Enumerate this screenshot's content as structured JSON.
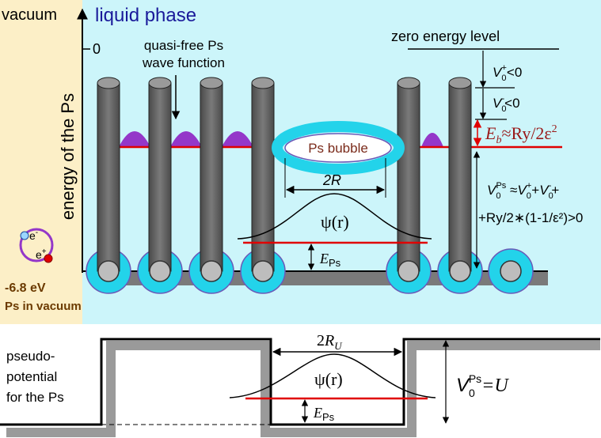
{
  "labels": {
    "vacuum": "vacuum",
    "liquid_phase": "liquid phase",
    "energy_axis": "energy of the Ps",
    "zero_tick": "0",
    "quasi_free_line1": "quasi-free Ps",
    "quasi_free_line2": "wave function",
    "zero_energy_level": "zero energy level",
    "v0_plus_V": "V",
    "v0_plus_sub": "0",
    "v0_plus_sup": "+",
    "v0_plus_rest": "<0",
    "v0_minus_V": "V",
    "v0_minus_sub": "0",
    "v0_minus_sup": "-",
    "v0_minus_rest": "<0",
    "eb_E": "E",
    "eb_sub": "b",
    "eb_rest": "≈Ry/2ε",
    "eb_sup": "2",
    "ps_bubble": "Ps bubble",
    "two_r_num": "2",
    "two_r_R": "R",
    "psi_r": "ψ(r)",
    "e_ps_E": "E",
    "e_ps_sub": "Ps",
    "v0ps_line1_V": "V",
    "v0ps_line1_sub": "0",
    "v0ps_line1_sup": "Ps",
    "v0ps_line1_approx": " ≈",
    "v0ps_line1_V2": "V",
    "v0ps_line1_sub2": "0",
    "v0ps_line1_sup2": "+",
    "v0ps_line1_plus": "+",
    "v0ps_line1_V3": "V",
    "v0ps_line1_sub3": "0",
    "v0ps_line1_sup3": "-",
    "v0ps_line1_plus2": "+",
    "v0ps_line2": "+Ry/2∗(1-1/ε²)>0",
    "electron": "e",
    "electron_sup": "-",
    "positron": "e",
    "positron_sup": "+",
    "minus_68": "-6.8 eV",
    "ps_in_vacuum": "Ps in vacuum",
    "pseudo_line1": "pseudo-",
    "pseudo_line2": "potential",
    "pseudo_line3": "for the Ps",
    "two_ru_num": "2",
    "two_ru_R": "R",
    "two_ru_sub": "U",
    "psi_r_lower": "ψ(r)",
    "e_ps_lower_E": "E",
    "e_ps_lower_sub": "Ps",
    "v0ps_u_V": "V",
    "v0ps_u_sub": "0",
    "v0ps_u_sup": "Ps",
    "v0ps_u_rest": "=U"
  },
  "colors": {
    "vacuum_bg": "#fcefc7",
    "liquid_bg": "#ccf5fa",
    "cyan": "#23d3ea",
    "purple_lobe": "#9437c9",
    "red_level": "#e00000",
    "pillar": "#636363",
    "dark_red_text": "#7a2a1a",
    "brown_text": "#6b3a00",
    "title_blue": "#1a1a9a"
  }
}
